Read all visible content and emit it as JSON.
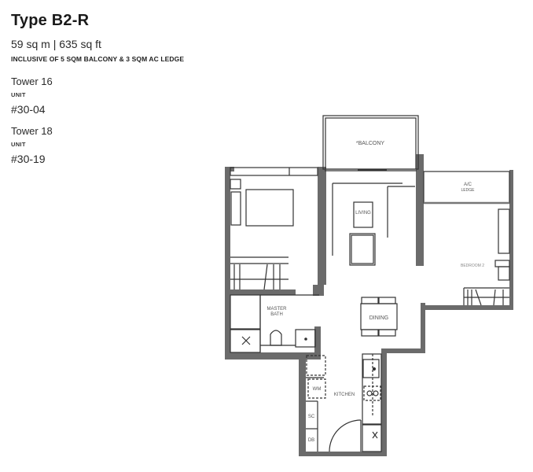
{
  "unit": {
    "type_title": "Type B2-R",
    "area": "59 sq m | 635 sq ft",
    "inclusive_note": "INCLUSIVE OF 5 SQM BALCONY & 3 SQM AC LEDGE"
  },
  "towers": [
    {
      "tower": "Tower 16",
      "unit_label": "UNIT",
      "unit_number": "#30-04"
    },
    {
      "tower": "Tower 18",
      "unit_label": "UNIT",
      "unit_number": "#30-19"
    }
  ],
  "floor_plan": {
    "rooms": {
      "balcony": "*BALCONY",
      "ac_ledge_line1": "A/C",
      "ac_ledge_line2": "LEDGE",
      "living": "LIVING",
      "master_bedroom": "",
      "bedroom_2": "BEDROOM 2",
      "master_bath_line1": "MASTER",
      "master_bath_line2": "BATH",
      "dining": "DINING",
      "kitchen": "KITCHEN",
      "wm": "WM",
      "sc": "SC",
      "db": "DB"
    },
    "colors": {
      "wall": "#6b6b6b",
      "line": "#333333",
      "background": "#ffffff"
    }
  }
}
